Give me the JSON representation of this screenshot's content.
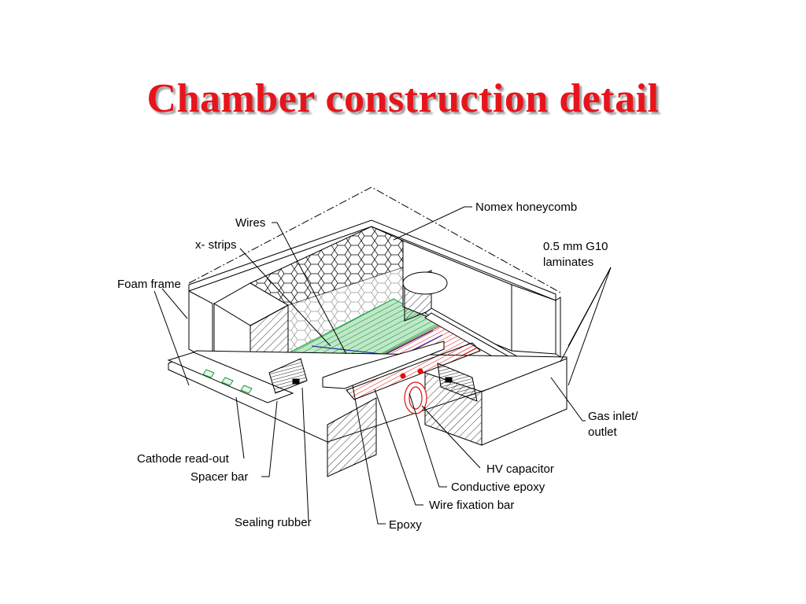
{
  "slide": {
    "title": "Chamber construction detail"
  },
  "labels": {
    "nomex": "Nomex honeycomb",
    "wires": "Wires",
    "xstrips": "x- strips",
    "g10_line1": "0.5 mm G10",
    "g10_line2": "laminates",
    "foam": "Foam frame",
    "gas_line1": "Gas inlet/",
    "gas_line2": "outlet",
    "cathode": "Cathode read-out",
    "spacer": "Spacer bar",
    "sealing": "Sealing rubber",
    "hv": "HV capacitor",
    "conductive": "Conductive epoxy",
    "wirefix": "Wire fixation bar",
    "epoxy": "Epoxy"
  }
}
